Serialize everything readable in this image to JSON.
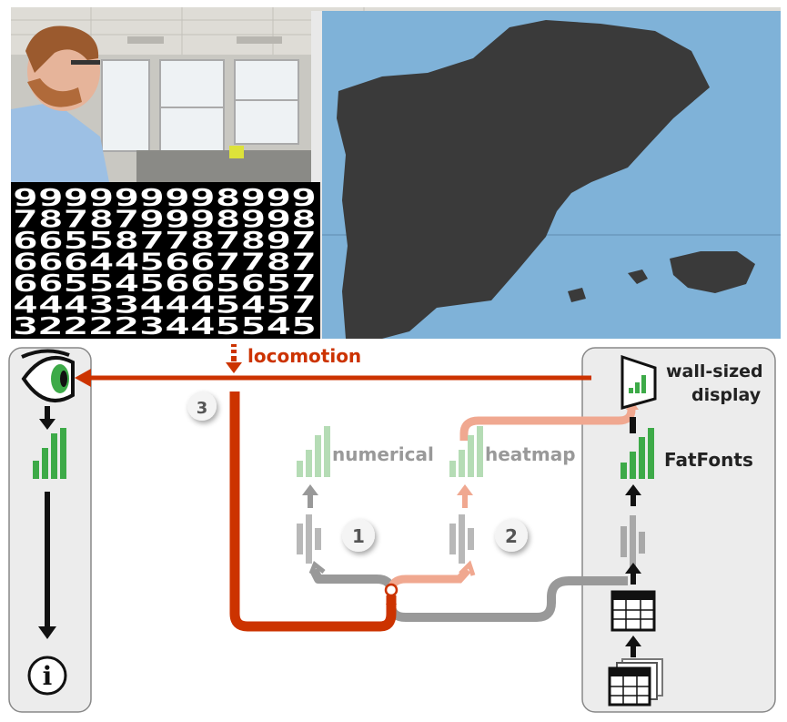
{
  "labels": {
    "locomotion": "locomotion",
    "numerical": "numerical",
    "heatmap": "heatmap",
    "fatfonts": "FatFonts",
    "wall_line1": "wall-sized",
    "wall_line2": "display",
    "badge_1": "1",
    "badge_2": "2",
    "badge_3": "3",
    "info": "i"
  },
  "digit_grid": [
    "999999998999",
    "787879998998",
    "665587787897",
    "666445667787",
    "665545665657",
    "444334445457",
    "322223445545"
  ],
  "colors": {
    "locomotion": "#cc3300",
    "grey_flow": "#999999",
    "salmon_flow": "#f0a890",
    "bars_light": "#b5dcb5",
    "bars_full": "#3daa48",
    "panel_bg": "#ececec",
    "panel_border": "#888888",
    "wall": "#7aaed4",
    "ceiling": "#d8d8d4",
    "eye_iris": "#3daa48"
  },
  "icons": [
    "eye-icon",
    "bar-chart-icon",
    "info-icon",
    "data-table-icon",
    "display-icon",
    "filter-icon"
  ]
}
